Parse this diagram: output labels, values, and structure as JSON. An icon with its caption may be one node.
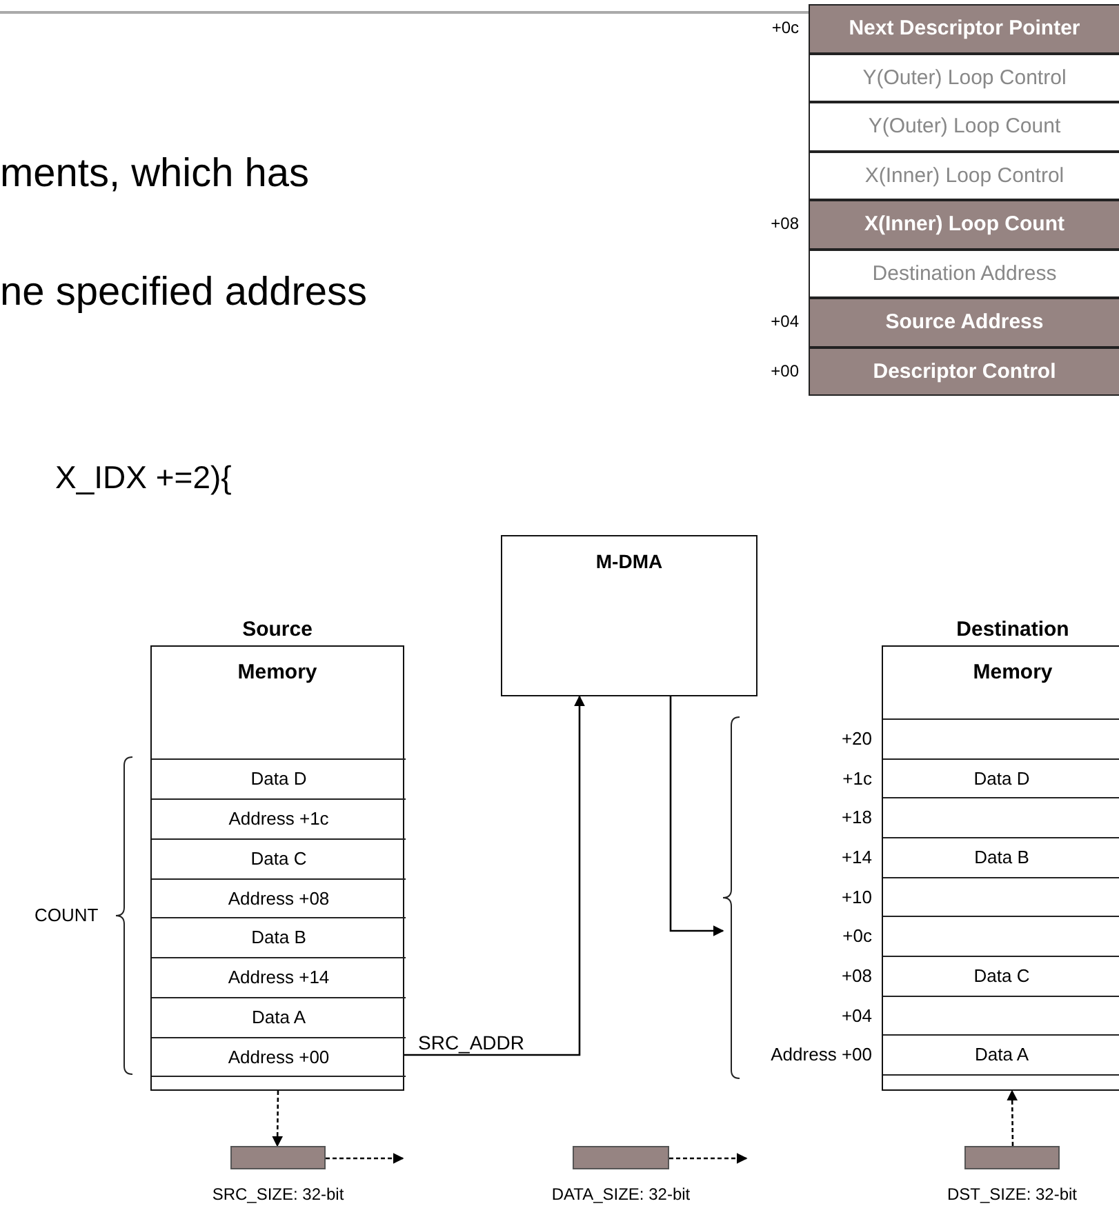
{
  "diagram": {
    "nodes": [
      {
        "text": [
          "Next Descriptor Pointer"
        ],
        "beside": [
          "+0c"
        ]
      },
      {
        "text": [
          "Y(Outer) Loop Control"
        ]
      },
      {
        "text": [
          "Y(Outer) Loop Count"
        ]
      },
      {
        "text": [
          "X(Inner) Loop Control"
        ]
      },
      {
        "text": [
          "X(Inner) Loop Count"
        ],
        "beside": [
          "+08"
        ]
      },
      {
        "text": [
          "Destination Address"
        ]
      },
      {
        "text": [
          "Source Address"
        ],
        "beside": [
          "+04"
        ]
      },
      {
        "text": [
          "Descriptor Control"
        ],
        "beside": [
          "+00"
        ]
      },
      {
        "text": [
          "M-DMA"
        ]
      },
      {
        "text": [
          "Source",
          "Memory"
        ]
      },
      {
        "text": [
          "Data D"
        ],
        "in": 9
      },
      {
        "text": [
          "Address +1c"
        ],
        "in": 9
      },
      {
        "text": [
          "Data C"
        ],
        "in": 9
      },
      {
        "text": [
          "Address +08"
        ],
        "in": 9
      },
      {
        "text": [
          "Data B"
        ],
        "in": 9
      },
      {
        "text": [
          "Address +14"
        ],
        "in": 9
      },
      {
        "text": [
          "Data A"
        ],
        "in": 9
      },
      {
        "text": [
          "Address +00"
        ],
        "in": 9
      },
      {
        "text": [],
        "shape": "box",
        "in": 9
      },
      {
        "text": [
          "Destination",
          "Memory"
        ]
      },
      {
        "text": [],
        "shape": "box",
        "in": 19,
        "beside": [
          "+20"
        ]
      },
      {
        "text": [
          "Data D"
        ],
        "in": 19,
        "beside": [
          "+1c"
        ]
      },
      {
        "text": [],
        "shape": "box",
        "in": 19,
        "beside": [
          "+18"
        ]
      },
      {
        "text": [
          "Data B"
        ],
        "in": 19,
        "beside": [
          "+14"
        ]
      },
      {
        "text": [],
        "shape": "box",
        "in": 19,
        "beside": [
          "+10"
        ]
      },
      {
        "text": [],
        "shape": "box",
        "in": 19,
        "beside": [
          "+0c"
        ]
      },
      {
        "text": [
          "Data C"
        ],
        "in": 19,
        "beside": [
          "+08"
        ]
      },
      {
        "text": [],
        "shape": "box",
        "in": 19,
        "beside": [
          "+04"
        ]
      },
      {
        "text": [
          "Data A"
        ],
        "in": 19,
        "beside": [
          "Address +00"
        ]
      },
      {
        "text": [],
        "shape": "box",
        "in": 19
      },
      {
        "text": [],
        "shape": "bar",
        "beside": [
          "SRC_SIZE: 32-bit"
        ]
      },
      {
        "text": [],
        "shape": "bar",
        "beside": [
          "DATA_SIZE: 32-bit"
        ]
      },
      {
        "text": [],
        "shape": "bar",
        "beside": [
          "DST_SIZE: 32-bit"
        ]
      },
      {
        "text": [],
        "shape": "brace"
      }
    ],
    "edges": [
      {
        "from": 17,
        "to": 8,
        "arrow": "to",
        "label": "SRC_ADDR"
      },
      {
        "from": 8,
        "to": 33,
        "arrow": "to"
      },
      {
        "from": 9,
        "to": 30,
        "arrow": "to",
        "style": "dashed"
      },
      {
        "from": 30,
        "to": null,
        "arrow": "to",
        "style": "dashed"
      },
      {
        "from": 31,
        "to": null,
        "arrow": "to",
        "style": "dashed"
      },
      {
        "from": 32,
        "to": 19,
        "arrow": "to",
        "style": "dashed"
      }
    ],
    "labels": [
      "ments, which has",
      "ne specified address",
      "X_IDX +=2){",
      "COUNT"
    ]
  }
}
